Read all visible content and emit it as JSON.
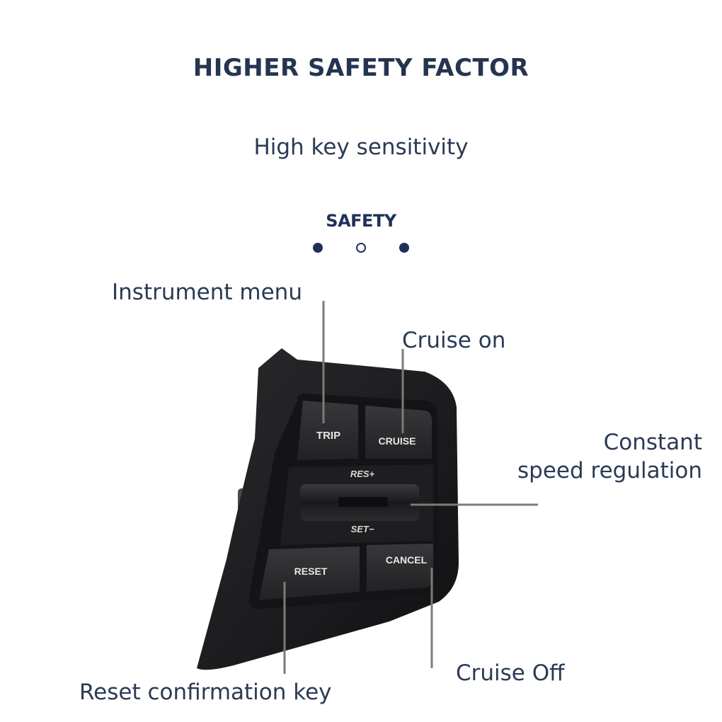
{
  "header": {
    "title": "HIGHER SAFETY FACTOR",
    "subtitle": "High key sensitivity",
    "mark": "SAFETY"
  },
  "colors": {
    "text": "#2b3a55",
    "accent": "#1f3058",
    "panel": "#1c1c1e",
    "button": "#2a2a2c",
    "leader": "#7b7b7b"
  },
  "buttons": {
    "trip": "TRIP",
    "cruise": "CRUISE",
    "res": "RES+",
    "set": "SET−",
    "reset": "RESET",
    "cancel": "CANCEL"
  },
  "callouts": {
    "instrument_menu": "Instrument menu",
    "cruise_on": "Cruise on",
    "constant_line1": "Constant",
    "constant_line2": "speed regulation",
    "cruise_off": "Cruise Off",
    "reset_key": "Reset confirmation key"
  }
}
